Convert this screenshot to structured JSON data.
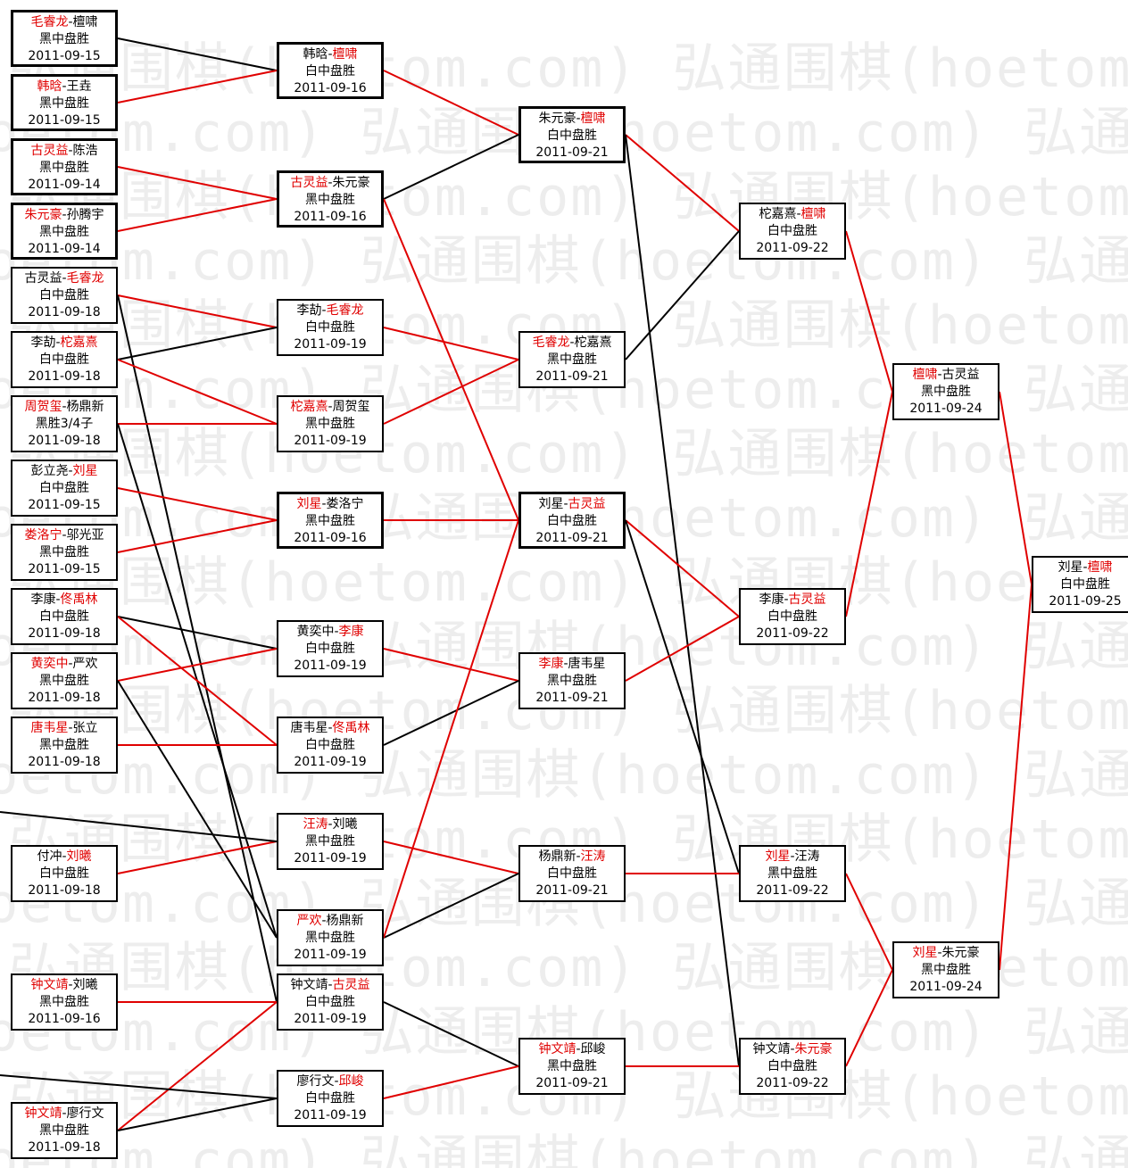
{
  "watermark": "弘通围棋(hoetom.com)",
  "colors": {
    "winner": "#e00000",
    "line_win": "#e00000",
    "line_loss": "#000000",
    "border": "#000000"
  },
  "matches": [
    {
      "id": "r1a",
      "p1": "毛睿龙",
      "p2": "檀啸",
      "winner": 1,
      "result": "黑中盘胜",
      "date": "2011-09-15"
    },
    {
      "id": "r1b",
      "p1": "韩晗",
      "p2": "王垚",
      "winner": 1,
      "result": "黑中盘胜",
      "date": "2011-09-15"
    },
    {
      "id": "r1c",
      "p1": "古灵益",
      "p2": "陈浩",
      "winner": 1,
      "result": "黑中盘胜",
      "date": "2011-09-14"
    },
    {
      "id": "r1d",
      "p1": "朱元豪",
      "p2": "孙腾宇",
      "winner": 1,
      "result": "黑中盘胜",
      "date": "2011-09-14"
    },
    {
      "id": "r1e",
      "p1": "古灵益",
      "p2": "毛睿龙",
      "winner": 2,
      "result": "白中盘胜",
      "date": "2011-09-18"
    },
    {
      "id": "r1f",
      "p1": "李劼",
      "p2": "柁嘉熹",
      "winner": 2,
      "result": "白中盘胜",
      "date": "2011-09-18"
    },
    {
      "id": "r1g",
      "p1": "周贺玺",
      "p2": "杨鼎新",
      "winner": 1,
      "result": "黑胜3/4子",
      "date": "2011-09-18"
    },
    {
      "id": "r1h",
      "p1": "彭立尧",
      "p2": "刘星",
      "winner": 2,
      "result": "白中盘胜",
      "date": "2011-09-15"
    },
    {
      "id": "r1i",
      "p1": "娄洛宁",
      "p2": "邬光亚",
      "winner": 1,
      "result": "黑中盘胜",
      "date": "2011-09-15"
    },
    {
      "id": "r1j",
      "p1": "李康",
      "p2": "佟禹林",
      "winner": 2,
      "result": "白中盘胜",
      "date": "2011-09-18"
    },
    {
      "id": "r1k",
      "p1": "黄奕中",
      "p2": "严欢",
      "winner": 1,
      "result": "黑中盘胜",
      "date": "2011-09-18"
    },
    {
      "id": "r1l",
      "p1": "唐韦星",
      "p2": "张立",
      "winner": 1,
      "result": "黑中盘胜",
      "date": "2011-09-18"
    },
    {
      "id": "r1m",
      "p1": "付冲",
      "p2": "刘曦",
      "winner": 2,
      "result": "白中盘胜",
      "date": "2011-09-18"
    },
    {
      "id": "r1n",
      "p1": "钟文靖",
      "p2": "刘曦",
      "winner": 1,
      "result": "黑中盘胜",
      "date": "2011-09-16"
    },
    {
      "id": "r1o",
      "p1": "钟文靖",
      "p2": "廖行文",
      "winner": 1,
      "result": "黑中盘胜",
      "date": "2011-09-18"
    },
    {
      "id": "r2a",
      "p1": "韩晗",
      "p2": "檀啸",
      "winner": 2,
      "result": "白中盘胜",
      "date": "2011-09-16"
    },
    {
      "id": "r2b",
      "p1": "古灵益",
      "p2": "朱元豪",
      "winner": 1,
      "result": "黑中盘胜",
      "date": "2011-09-16"
    },
    {
      "id": "r2c",
      "p1": "李劼",
      "p2": "毛睿龙",
      "winner": 2,
      "result": "白中盘胜",
      "date": "2011-09-19"
    },
    {
      "id": "r2d",
      "p1": "柁嘉熹",
      "p2": "周贺玺",
      "winner": 1,
      "result": "黑中盘胜",
      "date": "2011-09-19"
    },
    {
      "id": "r2e",
      "p1": "刘星",
      "p2": "娄洛宁",
      "winner": 1,
      "result": "黑中盘胜",
      "date": "2011-09-16"
    },
    {
      "id": "r2f",
      "p1": "黄奕中",
      "p2": "李康",
      "winner": 2,
      "result": "白中盘胜",
      "date": "2011-09-19"
    },
    {
      "id": "r2g",
      "p1": "唐韦星",
      "p2": "佟禹林",
      "winner": 2,
      "result": "白中盘胜",
      "date": "2011-09-19"
    },
    {
      "id": "r2h",
      "p1": "汪涛",
      "p2": "刘曦",
      "winner": 1,
      "result": "黑中盘胜",
      "date": "2011-09-19"
    },
    {
      "id": "r2i",
      "p1": "严欢",
      "p2": "杨鼎新",
      "winner": 1,
      "result": "黑中盘胜",
      "date": "2011-09-19"
    },
    {
      "id": "r2j",
      "p1": "钟文靖",
      "p2": "古灵益",
      "winner": 2,
      "result": "白中盘胜",
      "date": "2011-09-19"
    },
    {
      "id": "r2k",
      "p1": "廖行文",
      "p2": "邱峻",
      "winner": 2,
      "result": "白中盘胜",
      "date": "2011-09-19"
    },
    {
      "id": "r3a",
      "p1": "朱元豪",
      "p2": "檀啸",
      "winner": 2,
      "result": "白中盘胜",
      "date": "2011-09-21"
    },
    {
      "id": "r3b",
      "p1": "毛睿龙",
      "p2": "柁嘉熹",
      "winner": 1,
      "result": "黑中盘胜",
      "date": "2011-09-21"
    },
    {
      "id": "r3c",
      "p1": "刘星",
      "p2": "古灵益",
      "winner": 2,
      "result": "白中盘胜",
      "date": "2011-09-21"
    },
    {
      "id": "r3d",
      "p1": "李康",
      "p2": "唐韦星",
      "winner": 1,
      "result": "黑中盘胜",
      "date": "2011-09-21"
    },
    {
      "id": "r3e",
      "p1": "杨鼎新",
      "p2": "汪涛",
      "winner": 2,
      "result": "白中盘胜",
      "date": "2011-09-21"
    },
    {
      "id": "r3f",
      "p1": "钟文靖",
      "p2": "邱峻",
      "winner": 1,
      "result": "黑中盘胜",
      "date": "2011-09-21"
    },
    {
      "id": "r4a",
      "p1": "柁嘉熹",
      "p2": "檀啸",
      "winner": 2,
      "result": "白中盘胜",
      "date": "2011-09-22"
    },
    {
      "id": "r4b",
      "p1": "李康",
      "p2": "古灵益",
      "winner": 2,
      "result": "白中盘胜",
      "date": "2011-09-22"
    },
    {
      "id": "r4c",
      "p1": "刘星",
      "p2": "汪涛",
      "winner": 1,
      "result": "黑中盘胜",
      "date": "2011-09-22"
    },
    {
      "id": "r4d",
      "p1": "钟文靖",
      "p2": "朱元豪",
      "winner": 2,
      "result": "白中盘胜",
      "date": "2011-09-22"
    },
    {
      "id": "r5a",
      "p1": "檀啸",
      "p2": "古灵益",
      "winner": 1,
      "result": "黑中盘胜",
      "date": "2011-09-24"
    },
    {
      "id": "r5b",
      "p1": "刘星",
      "p2": "朱元豪",
      "winner": 1,
      "result": "黑中盘胜",
      "date": "2011-09-24"
    },
    {
      "id": "final",
      "p1": "刘星",
      "p2": "檀啸",
      "winner": 2,
      "result": "白中盘胜",
      "date": "2011-09-25"
    }
  ]
}
